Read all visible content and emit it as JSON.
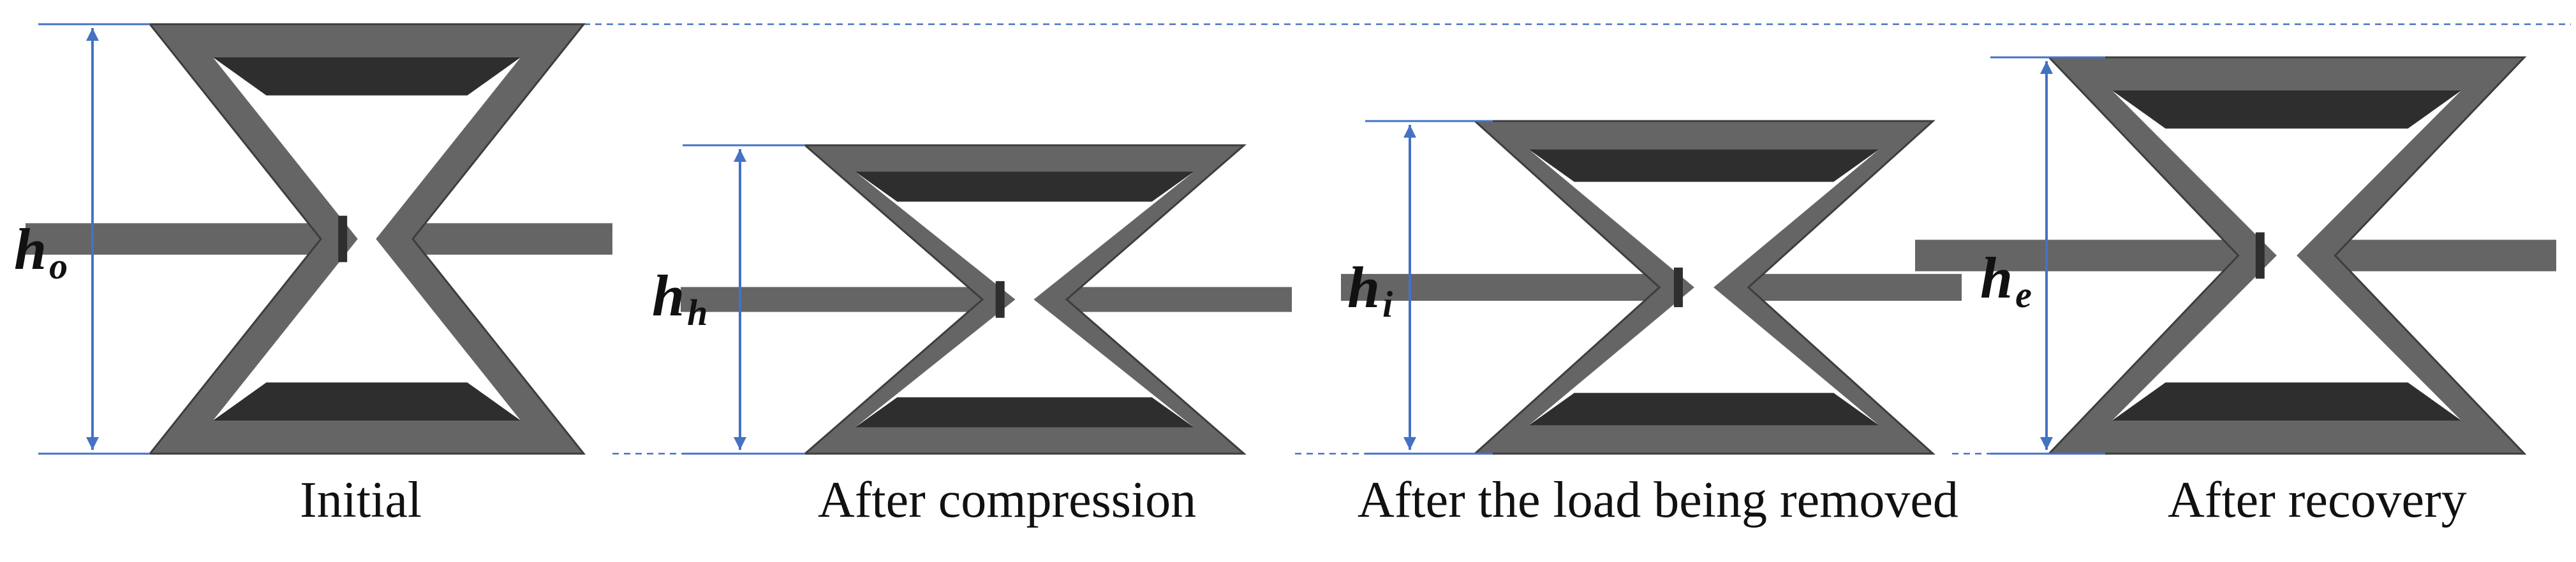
{
  "colors": {
    "dimension_line": "#4472c4",
    "frame": "#656565",
    "frame_edge": "#3d3d3d",
    "cavity_dark": "#2e2e2e",
    "background": "#ffffff"
  },
  "panels": [
    {
      "caption": "Initial",
      "height_symbol": "h",
      "height_subscript": "o"
    },
    {
      "caption": "After compression",
      "height_symbol": "h",
      "height_subscript": "h"
    },
    {
      "caption": "After the load being removed",
      "height_symbol": "h",
      "height_subscript": "i"
    },
    {
      "caption": "After recovery",
      "height_symbol": "h",
      "height_subscript": "e"
    }
  ]
}
